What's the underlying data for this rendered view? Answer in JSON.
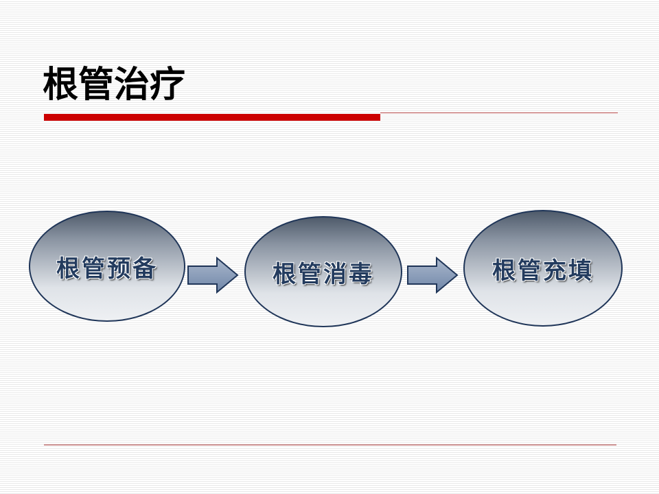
{
  "slide": {
    "title": "根管治疗"
  },
  "flow": {
    "steps": [
      {
        "label": "根管预备"
      },
      {
        "label": "根管消毒"
      },
      {
        "label": "根管充填"
      }
    ]
  },
  "colors": {
    "accent_rule": "#cc0000",
    "node_border": "#1f3558",
    "node_text": "#233b5e",
    "arrow_fill": "#7d93b4"
  },
  "icons": {
    "connector": "arrow-right-icon"
  }
}
